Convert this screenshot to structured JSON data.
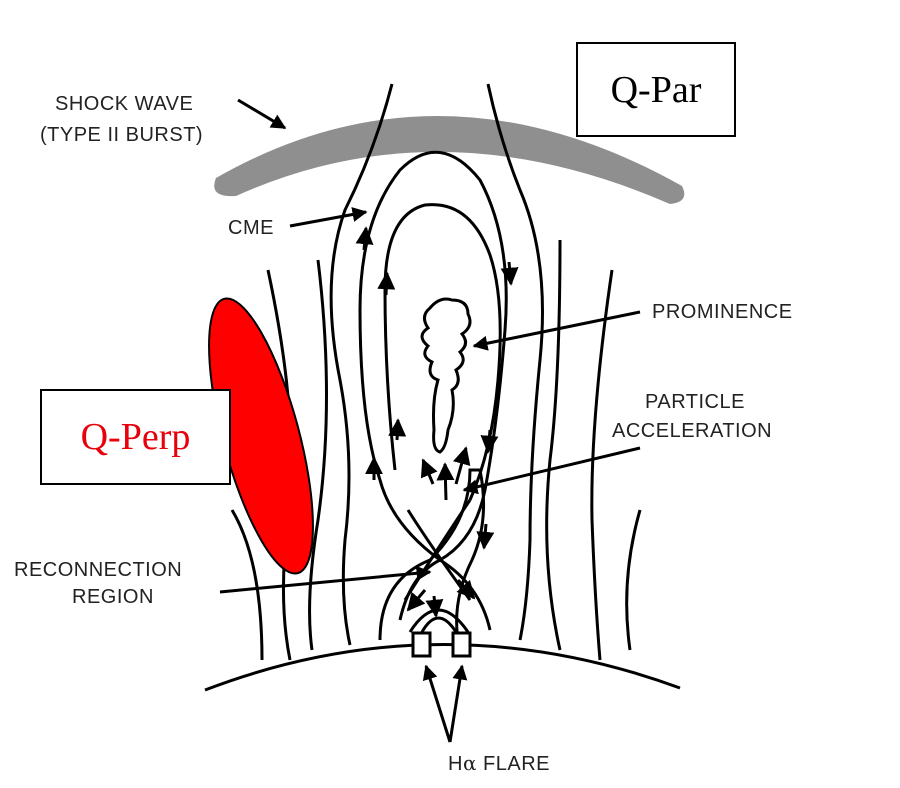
{
  "labels": {
    "shock_wave_line1": "SHOCK WAVE",
    "shock_wave_line2": "(TYPE II BURST)",
    "cme": "CME",
    "prominence": "PROMINENCE",
    "particle_acceleration_line1": "PARTICLE",
    "particle_acceleration_line2": "ACCELERATION",
    "reconnection_line1": "RECONNECTION",
    "reconnection_line2": "REGION",
    "flare_h": "H",
    "flare_alpha": "α",
    "flare_rest": " FLARE"
  },
  "boxes": {
    "q_par": "Q-Par",
    "q_perp": "Q-Perp"
  },
  "colors": {
    "shock_wave": "#8f8f8f",
    "q_perp_region": "#ff0000",
    "q_perp_text": "#e8000b",
    "field_lines": "#000000"
  }
}
